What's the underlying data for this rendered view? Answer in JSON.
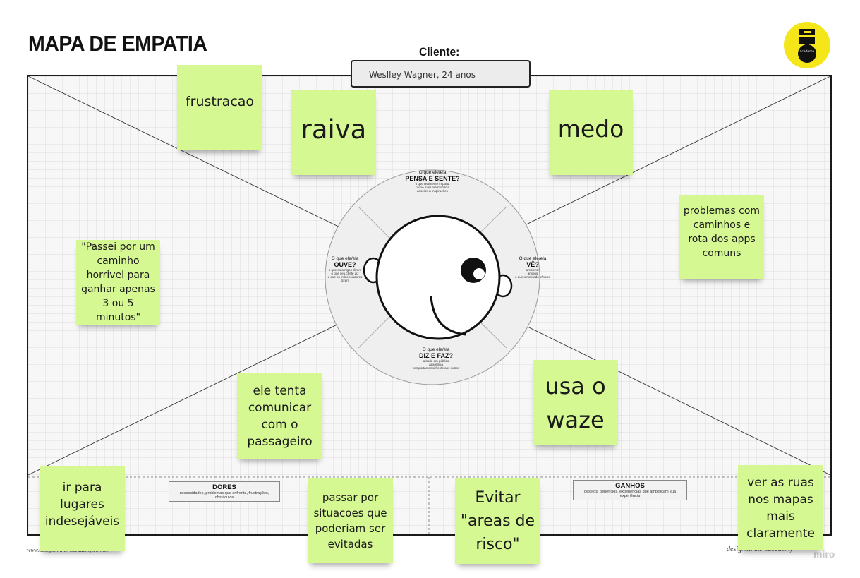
{
  "header": {
    "title": "MAPA DE EMPATIA",
    "client_label": "Cliente:",
    "client_value": "Weslley Wagner, 24 anos"
  },
  "logo": {
    "icon": "design-thinking-logo-icon",
    "text": "academy",
    "color": "#f5e61a"
  },
  "quadrants": {
    "top": {
      "question": "O que ele/ela",
      "heading": "PENSA E SENTE?",
      "sub": [
        "o que realmente importa",
        "o que mais o/a mobiliza",
        "anseios & inspirações"
      ]
    },
    "left": {
      "question": "O que ele/ela",
      "heading": "OUVE?",
      "sub": [
        "o que os amigos dizem",
        "o que seu chefe diz",
        "o que os influenciadores dizem"
      ]
    },
    "right": {
      "question": "O que ele/ela",
      "heading": "VÊ?",
      "sub": [
        "ambiente",
        "amigos",
        "o que o mercado oferece"
      ]
    },
    "bottom": {
      "question": "O que ele/ela",
      "heading": "DIZ E FAZ?",
      "sub": [
        "atitude em público",
        "aparência",
        "comportamento frente aos outros"
      ]
    }
  },
  "bottom_sections": {
    "dores": {
      "title": "DORES",
      "sub": "necessidades, problemas que enfrenta, frustrações, obstáculos"
    },
    "ganhos": {
      "title": "GANHOS",
      "sub": "desejos, benefícios, experiências que amplificam sua experiência"
    }
  },
  "stickies": [
    {
      "id": "frustracao",
      "text": "frustracao"
    },
    {
      "id": "raiva",
      "text": "raiva"
    },
    {
      "id": "medo",
      "text": "medo"
    },
    {
      "id": "problemas",
      "text": "problemas com caminhos e rota dos apps comuns"
    },
    {
      "id": "passei",
      "text": "\"Passei por um caminho horrivel para ganhar apenas 3 ou 5 minutos\""
    },
    {
      "id": "comunicar",
      "text": "ele tenta comunicar com o passageiro"
    },
    {
      "id": "waze",
      "text": "usa o waze"
    },
    {
      "id": "lugares",
      "text": "ir para lugares indesejáveis"
    },
    {
      "id": "passar",
      "text": "passar por situacoes que poderiam ser evitadas"
    },
    {
      "id": "evitar",
      "text": "Evitar \"areas de risco\""
    },
    {
      "id": "ruas",
      "text": "ver as ruas nos mapas mais claramente"
    }
  ],
  "footer": {
    "left": "www.designthinkersacademy.com.br",
    "right": "designthinkersacademy",
    "brand": "miro"
  },
  "colors": {
    "sticky": "#d6f893",
    "frame": "#1a1a1a",
    "logo": "#f5e61a"
  }
}
